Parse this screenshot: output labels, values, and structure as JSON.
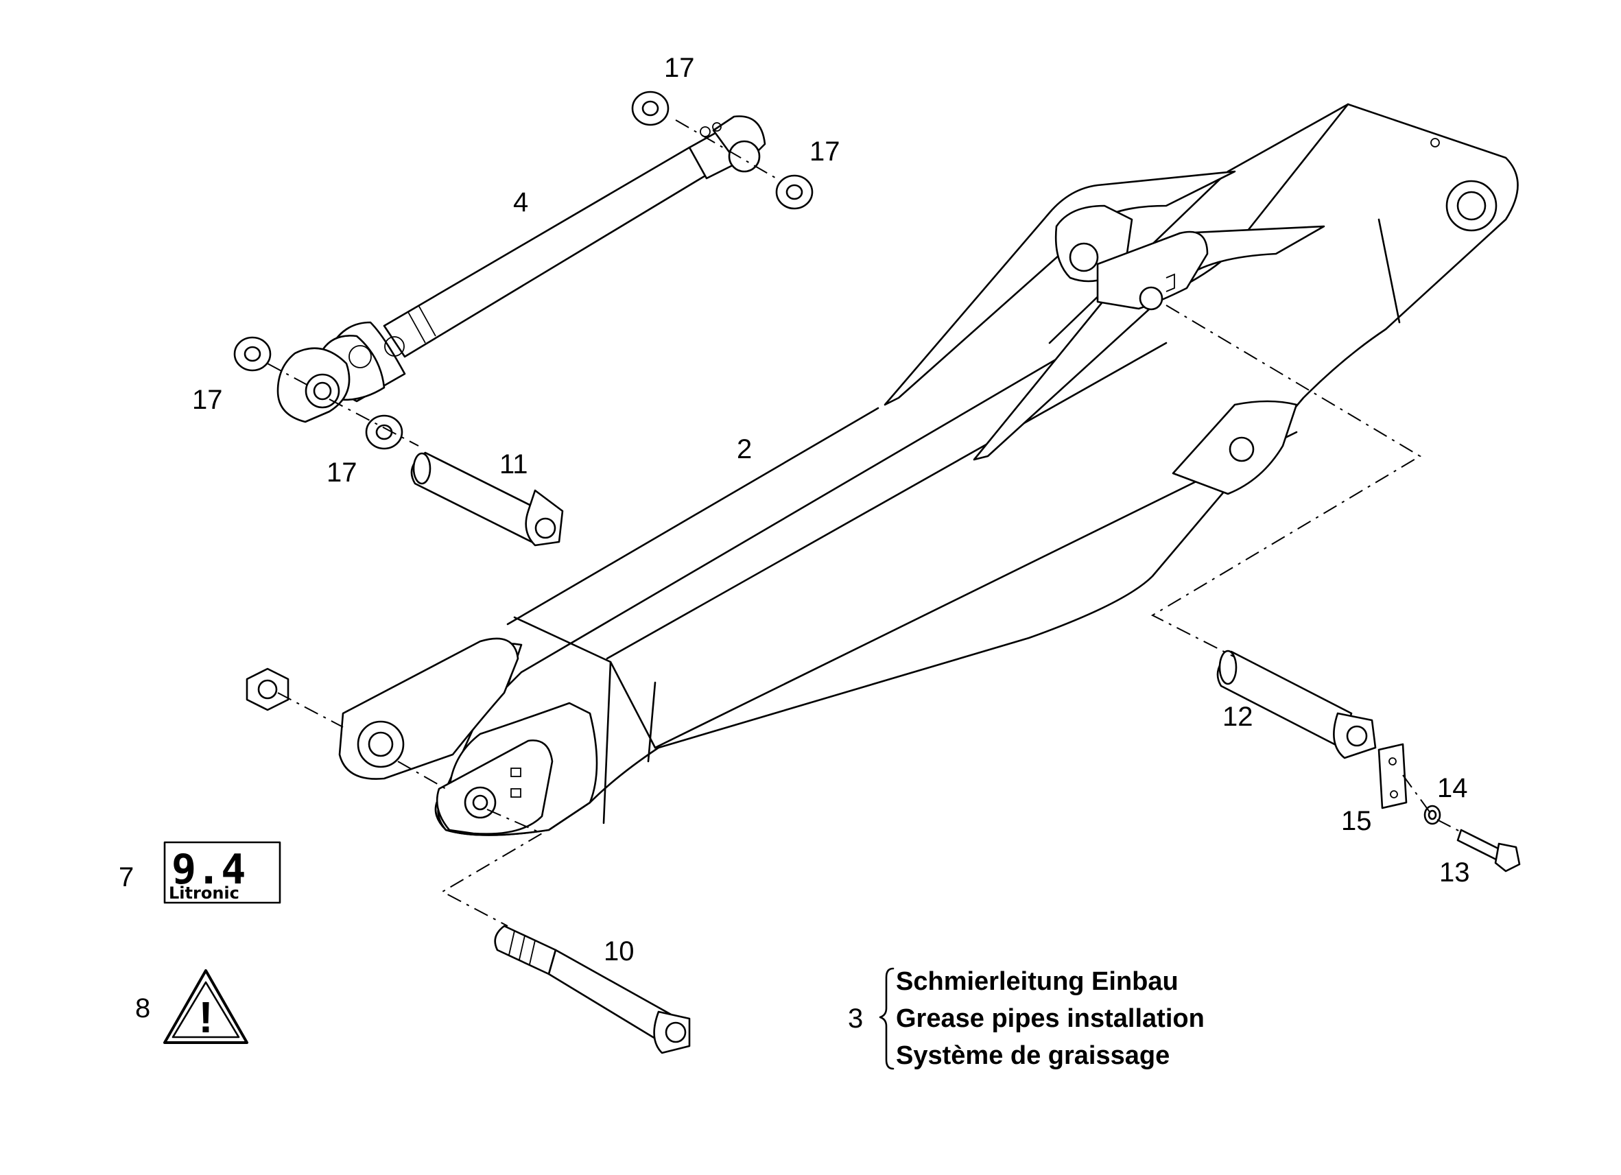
{
  "callouts": {
    "c17a": "17",
    "c17b": "17",
    "c17c": "17",
    "c17d": "17",
    "c4": "4",
    "c2": "2",
    "c11": "11",
    "c12": "12",
    "c14": "14",
    "c15": "15",
    "c13": "13",
    "c7": "7",
    "c8": "8",
    "c10": "10",
    "c3": "3"
  },
  "legend": {
    "lines": [
      "Schmierleitung Einbau",
      "Grease pipes installation",
      "Système de graissage"
    ]
  },
  "decal_7": {
    "number": "9.4",
    "brand": "Litronic"
  },
  "decal_8": {
    "symbol": "!"
  }
}
